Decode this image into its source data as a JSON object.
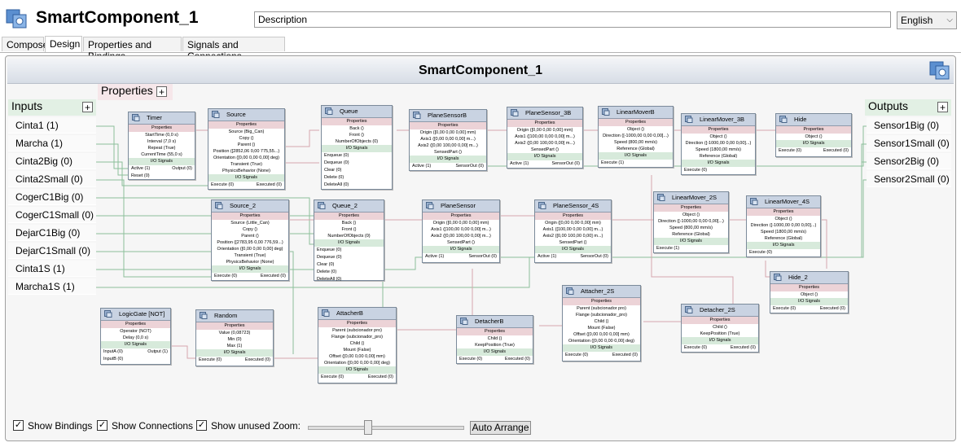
{
  "window": {
    "title": "SmartComponent_1"
  },
  "description": {
    "value": "Description"
  },
  "language": {
    "selected": "English"
  },
  "tabs": [
    "Compose",
    "Design",
    "Properties and Bindings",
    "Signals and Connections"
  ],
  "canvas": {
    "title": "SmartComponent_1"
  },
  "properties_pane": {
    "label": "Properties",
    "add": "+"
  },
  "inputs_pane": {
    "label": "Inputs",
    "add": "+",
    "items": [
      "Cinta1 (1)",
      "Marcha (1)",
      "Cinta2Big (0)",
      "Cinta2Small (0)",
      "CogerC1Big (0)",
      "CogerC1Small (0)",
      "DejarC1Big (0)",
      "DejarC1Small (0)",
      "Cinta1S (1)",
      "Marcha1S (1)"
    ]
  },
  "outputs_pane": {
    "label": "Outputs",
    "add": "+",
    "items": [
      "Sensor1Big (0)",
      "Sensor1Small (0)",
      "Sensor2Big (0)",
      "Sensor2Small (0)"
    ]
  },
  "nodes": {
    "timer": {
      "title": "Timer",
      "props": "Properties",
      "rows": [
        "StartTime (0,0 s)",
        "Interval (7,0 s)",
        "Repeat (True)",
        "CurrentTime (55,0 s)"
      ],
      "io": "I/O Signals",
      "sigs": [
        [
          "Active (1)",
          "Output (0)"
        ],
        [
          "Reset (0)",
          ""
        ]
      ]
    },
    "source": {
      "title": "Source",
      "props": "Properties",
      "rows": [
        "Source (Big_Can)",
        "Copy ()",
        "Parent ()",
        "Position ([2852,06 0,00 775,55...)",
        "Orientation ([0,00 0,00 0,00] deg)",
        "Transient (True)",
        "PhysicsBehavior (None)"
      ],
      "io": "I/O Signals",
      "sigs": [
        [
          "Execute (0)",
          "Executed (0)"
        ]
      ]
    },
    "queue": {
      "title": "Queue",
      "props": "Properties",
      "rows": [
        "Back ()",
        "Front ()",
        "NumberOfObjects (0)"
      ],
      "io": "I/O Signals",
      "sigs": [
        [
          "Enqueue (0)",
          ""
        ],
        [
          "Dequeue (0)",
          ""
        ],
        [
          "Clear (0)",
          ""
        ],
        [
          "Delete (0)",
          ""
        ],
        [
          "DeleteAll (0)",
          ""
        ]
      ]
    },
    "planesensorb": {
      "title": "PlaneSensorB",
      "props": "Properties",
      "rows": [
        "Origin ([0,00 0,00 0,00] mm)",
        "Axis1 ([0,00 0,00 0,00] m...)",
        "Axis2 ([0,00 100,00 0,00] m...)",
        "SensedPart ()"
      ],
      "io": "I/O Signals",
      "sigs": [
        [
          "Active (1)",
          "SensorOut (0)"
        ]
      ]
    },
    "planesensor3b": {
      "title": "PlaneSensor_3B",
      "props": "Properties",
      "rows": [
        "Origin ([0,00 0,00 0,00] mm)",
        "Axis1 ([100,00 0,00 0,00] m...)",
        "Axis2 ([0,00 100,00 0,00] m...)",
        "SensedPart ()"
      ],
      "io": "I/O Signals",
      "sigs": [
        [
          "Active (1)",
          "SensorOut (0)"
        ]
      ]
    },
    "linearmoverb": {
      "title": "LinearMoverB",
      "props": "Properties",
      "rows": [
        "Object ()",
        "Direction ([-1000,00 0,00 0,00]...)",
        "Speed (800,00 mm/s)",
        "Reference (Global)"
      ],
      "io": "I/O Signals",
      "sigs": [
        [
          "Execute (1)",
          ""
        ]
      ]
    },
    "linearmover3b": {
      "title": "LinearMover_3B",
      "props": "Properties",
      "rows": [
        "Object ()",
        "Direction ([-1000,00 0,00 0,00]...)",
        "Speed (1800,00 mm/s)",
        "Reference (Global)"
      ],
      "io": "I/O Signals",
      "sigs": [
        [
          "Execute (0)",
          ""
        ]
      ]
    },
    "hide": {
      "title": "Hide",
      "props": "Properties",
      "rows": [
        "Object ()"
      ],
      "io": "I/O Signals",
      "sigs": [
        [
          "Execute (0)",
          "Executed (0)"
        ]
      ]
    },
    "source2": {
      "title": "Source_2",
      "props": "Properties",
      "rows": [
        "Source (Little_Can)",
        "Copy ()",
        "Parent ()",
        "Position ([2783,95 0,00 776,59...)",
        "Orientation ([0,00 0,00 0,00] deg)",
        "Transient (True)",
        "PhysicsBehavior (None)"
      ],
      "io": "I/O Signals",
      "sigs": [
        [
          "Execute (0)",
          "Executed (0)"
        ]
      ]
    },
    "queue2": {
      "title": "Queue_2",
      "props": "Properties",
      "rows": [
        "Back ()",
        "Front ()",
        "NumberOfObjects (0)"
      ],
      "io": "I/O Signals",
      "sigs": [
        [
          "Enqueue (0)",
          ""
        ],
        [
          "Dequeue (0)",
          ""
        ],
        [
          "Clear (0)",
          ""
        ],
        [
          "Delete (0)",
          ""
        ],
        [
          "DeleteAll (0)",
          ""
        ]
      ]
    },
    "planesensor": {
      "title": "PlaneSensor",
      "props": "Properties",
      "rows": [
        "Origin ([0,00 0,00 0,00] mm)",
        "Axis1 ([100,00 0,00 0,00] m...)",
        "Axis2 ([0,00 100,00 0,00] m...)",
        "SensedPart ()"
      ],
      "io": "I/O Signals",
      "sigs": [
        [
          "Active (1)",
          "SensorOut (0)"
        ]
      ]
    },
    "planesensor4s": {
      "title": "PlaneSensor_4S",
      "props": "Properties",
      "rows": [
        "Origin ([0,00 0,00 0,00] mm)",
        "Axis1 ([100,00 0,00 0,00] m...)",
        "Axis2 ([0,00 100,00 0,00] m...)",
        "SensedPart ()"
      ],
      "io": "I/O Signals",
      "sigs": [
        [
          "Active (1)",
          "SensorOut (0)"
        ]
      ]
    },
    "linearmover2s": {
      "title": "LinearMover_2S",
      "props": "Properties",
      "rows": [
        "Object ()",
        "Direction ([-1000,00 0,00 0,00]...)",
        "Speed (800,00 mm/s)",
        "Reference (Global)"
      ],
      "io": "I/O Signals",
      "sigs": [
        [
          "Execute (1)",
          ""
        ]
      ]
    },
    "linearmover4s": {
      "title": "LinearMover_4S",
      "props": "Properties",
      "rows": [
        "Object ()",
        "Direction ([-1000,00 0,00 0,00]...)",
        "Speed (1800,00 mm/s)",
        "Reference (Global)"
      ],
      "io": "I/O Signals",
      "sigs": [
        [
          "Execute (0)",
          ""
        ]
      ]
    },
    "hide2": {
      "title": "Hide_2",
      "props": "Properties",
      "rows": [
        "Object ()"
      ],
      "io": "I/O Signals",
      "sigs": [
        [
          "Execute (0)",
          "Executed (0)"
        ]
      ]
    },
    "logicgate": {
      "title": "LogicGate [NOT]",
      "props": "Properties",
      "rows": [
        "Operator (NOT)",
        "Delay (0,0 s)"
      ],
      "io": "I/O Signals",
      "sigs": [
        [
          "InputA (0)",
          "Output (1)"
        ],
        [
          "InputB (0)",
          ""
        ]
      ]
    },
    "random": {
      "title": "Random",
      "props": "Properties",
      "rows": [
        "Value (0,08723)",
        "Min (0)",
        "Max (1)"
      ],
      "io": "I/O Signals",
      "sigs": [
        [
          "Execute (0)",
          "Executed (0)"
        ]
      ]
    },
    "attacherb": {
      "title": "AttacherB",
      "props": "Properties",
      "rows": [
        "Parent (subcionador pro)",
        "Flange (subcionador_pro)",
        "Child ()",
        "Mount (False)",
        "Offset ([0,00 0,00 0,00] mm)",
        "Orientation ([0,00 0,00 0,00] deg)"
      ],
      "io": "I/O Signals",
      "sigs": [
        [
          "Execute (0)",
          "Executed (0)"
        ]
      ]
    },
    "detacherb": {
      "title": "DetacherB",
      "props": "Properties",
      "rows": [
        "Child ()",
        "KeepPosition (True)"
      ],
      "io": "I/O Signals",
      "sigs": [
        [
          "Execute (0)",
          "Executed (0)"
        ]
      ]
    },
    "attacher2s": {
      "title": "Attacher_2S",
      "props": "Properties",
      "rows": [
        "Parent (subcionador pro)",
        "Flange (subcionador_pro)",
        "Child ()",
        "Mount (False)",
        "Offset ([0,00 0,00 0,00] mm)",
        "Orientation ([0,00 0,00 0,00] deg)"
      ],
      "io": "I/O Signals",
      "sigs": [
        [
          "Execute (0)",
          "Executed (0)"
        ]
      ]
    },
    "detacher2s": {
      "title": "Detacher_2S",
      "props": "Properties",
      "rows": [
        "Child ()",
        "KeepPosition (True)"
      ],
      "io": "I/O Signals",
      "sigs": [
        [
          "Execute (0)",
          "Executed (0)"
        ]
      ]
    }
  },
  "bottom": {
    "show_bindings": {
      "label": "Show Bindings",
      "checked": true
    },
    "show_connections": {
      "label": "Show Connections",
      "checked": true
    },
    "show_unused": {
      "label": "Show unused",
      "checked": true
    },
    "zoom_label": "Zoom:",
    "auto_arrange": "Auto Arrange"
  }
}
